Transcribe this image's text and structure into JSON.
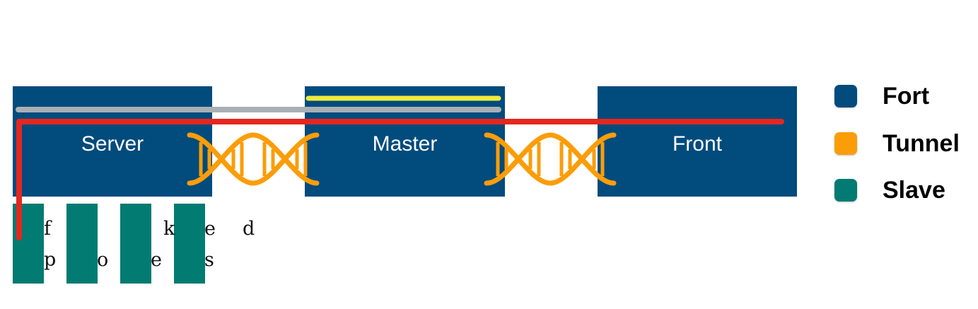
{
  "nodes": {
    "server": "Server",
    "master": "Master",
    "front": "Front"
  },
  "legend": [
    {
      "label": "Fort",
      "color": "#024b7d"
    },
    {
      "label": "Tunnel",
      "color": "#fb9d09"
    },
    {
      "label": "Slave",
      "color": "#027b72"
    }
  ],
  "colors": {
    "fort": "#024b7d",
    "tunnel": "#fb9d09",
    "slave": "#027b72",
    "route_red": "#e4271f",
    "route_yellow": "#f1ea3b",
    "route_gray": "#a8b0b4"
  },
  "overlay_text": {
    "row1": [
      "f",
      "k",
      "e",
      "d"
    ],
    "row2": [
      "p",
      "o",
      "e",
      "s"
    ]
  },
  "icons": {
    "tunnel": "dna-helix-icon"
  }
}
